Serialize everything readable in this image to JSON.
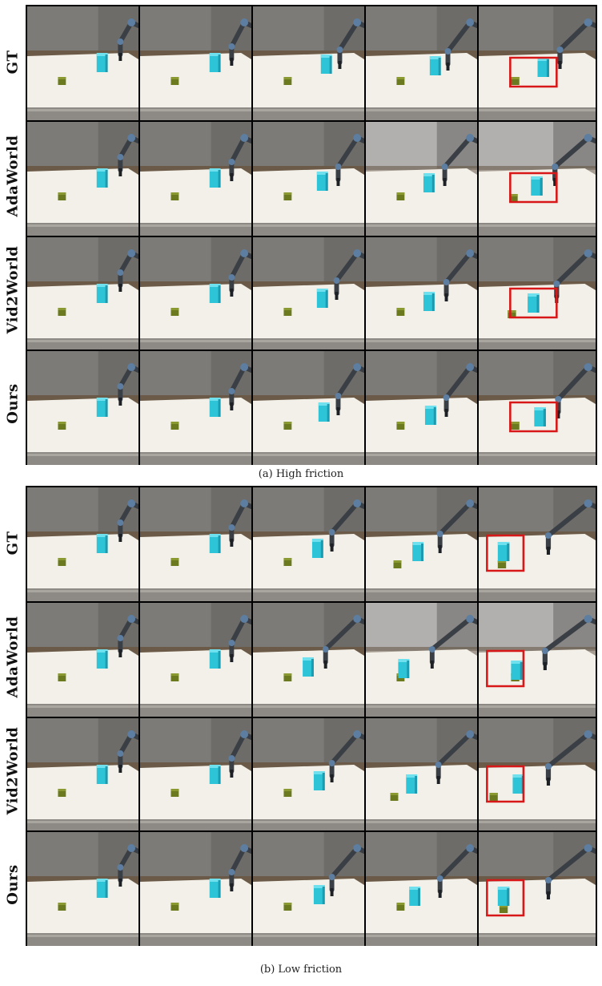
{
  "panels": [
    {
      "id": "a",
      "caption": "(a) High friction",
      "rows": [
        "GT",
        "AdaWorld",
        "Vid2World",
        "Ours"
      ]
    },
    {
      "id": "b",
      "caption": "(b) Low friction",
      "rows": [
        "GT",
        "AdaWorld",
        "Vid2World",
        "Ours"
      ]
    }
  ],
  "colors": {
    "table": "#f2f0e8",
    "wall": "#7d7b78",
    "floor": "#6b5a47",
    "cyan_block": "#2ec4d8",
    "green_cube": "#6b7a1e",
    "robot_arm": "#3a3f46",
    "highlight_box": "#d81818"
  }
}
